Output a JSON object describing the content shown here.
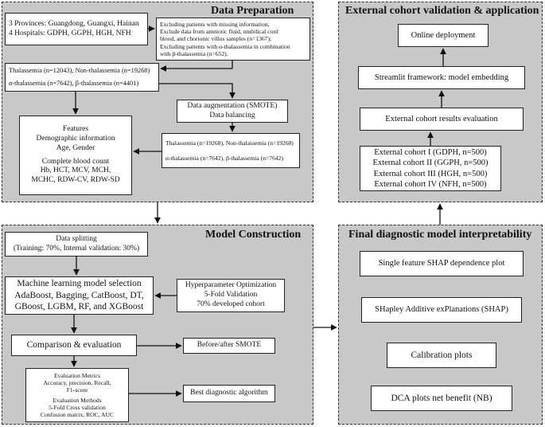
{
  "panels": {
    "data_preparation": "Data Preparation",
    "model_construction": "Model Construction",
    "external_validation": "External cohort validation & application",
    "interpretability": "Final diagnostic model interpretability"
  },
  "data_prep": {
    "source": [
      "3 Provinces: Guangdong, Guangxi, Hainan",
      "4 Hospitals: GDPH, GGPH, HGH, NFH"
    ],
    "exclusion": [
      "Excluding patients with missing information;",
      "Exclude data from amniotic fluid, umbilical cord",
      "blood, and chorionic villus samples (n=1367);",
      "Excluding patients with α-thalassemia in combination",
      "with β-thalassemia (n=652)."
    ],
    "counts": [
      "Thalassemia (n=12043), Non-thalassemia (n=19268)",
      "α-thalassemia (n=7642), β-thalassemia (n=4401)"
    ],
    "augmentation": [
      "Data augmentation (SMOTE)",
      "Data balancing"
    ],
    "balanced": [
      "Thalassemia (n=19268), Non-thalassemia (n=19268)",
      "α-thalassemia (n=7642), β-thalassemia (n=7642)"
    ],
    "features": [
      "Features",
      "Demographic information",
      "Age, Gender",
      "",
      "Complete blood count",
      "Hb, HCT, MCV, MCH,",
      "MCHC, RDW-CV, RDW-SD"
    ]
  },
  "model": {
    "splitting": [
      "Data splitting",
      "(Training: 70%, Internal validation: 30%)"
    ],
    "selection": [
      "Machine learning model selection",
      "AdaBoost, Bagging, CatBoost, DT,",
      "GBoost, LGBM, RF, and XGBoost"
    ],
    "hyperparameter": [
      "Hyperparameter Optimization",
      "5-Fold Validation",
      "70% developed cohort"
    ],
    "comparison": "Comparison  &  evaluation",
    "smote": "Before/after SMOTE",
    "evaluation": [
      "Evaluation  Metrics",
      "Accuracy, precision, Recall,",
      "F1-score",
      "Evaluation  Methods",
      "5-Fold Cross validation",
      "Confusion matrix, ROC, AUC"
    ],
    "best": "Best diagnostic algorithm"
  },
  "external": {
    "deployment": "Online deployment",
    "streamlit": "Streamlit framework: model embedding",
    "results": "External cohort results evaluation",
    "cohorts": [
      "External cohort I (GDPH, n=500)",
      "External cohort II (GGPH, n=500)",
      "External cohort III (HGH, n=500)",
      "External cohort IV (NFH, n=500)"
    ]
  },
  "interp": {
    "shap_dep": "Single feature SHAP dependence plot",
    "shap": "SHapley Additive exPlanations (SHAP)",
    "calibration": "Calibration  plots",
    "dca": "DCA plots net benefit (NB)"
  }
}
